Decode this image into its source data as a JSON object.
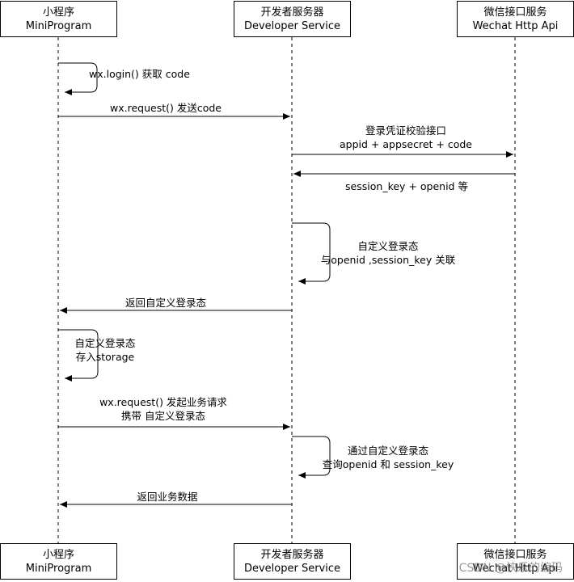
{
  "participants": {
    "mini": {
      "name_cn": "小程序",
      "name_en": "MiniProgram"
    },
    "dev": {
      "name_cn": "开发者服务器",
      "name_en": "Developer Service"
    },
    "wx": {
      "name_cn": "微信接口服务",
      "name_en": "Wechat Http Api"
    }
  },
  "messages": {
    "login": "wx.login() 获取 code",
    "send_code": "wx.request() 发送code",
    "verify_1": "登录凭证校验接口",
    "verify_2": "appid + appsecret + code",
    "session_return": "session_key + openid 等",
    "custom_1": "自定义登录态",
    "custom_2": "与openid ,session_key 关联",
    "return_state": "返回自定义登录态",
    "store_1": "自定义登录态",
    "store_2": "存入storage",
    "biz_1": "wx.request() 发起业务请求",
    "biz_2": "携带 自定义登录态",
    "query_1": "通过自定义登录态",
    "query_2": "查询openid 和 session_key",
    "return_biz": "返回业务数据"
  },
  "watermark": "CSDN @快乐的编码"
}
